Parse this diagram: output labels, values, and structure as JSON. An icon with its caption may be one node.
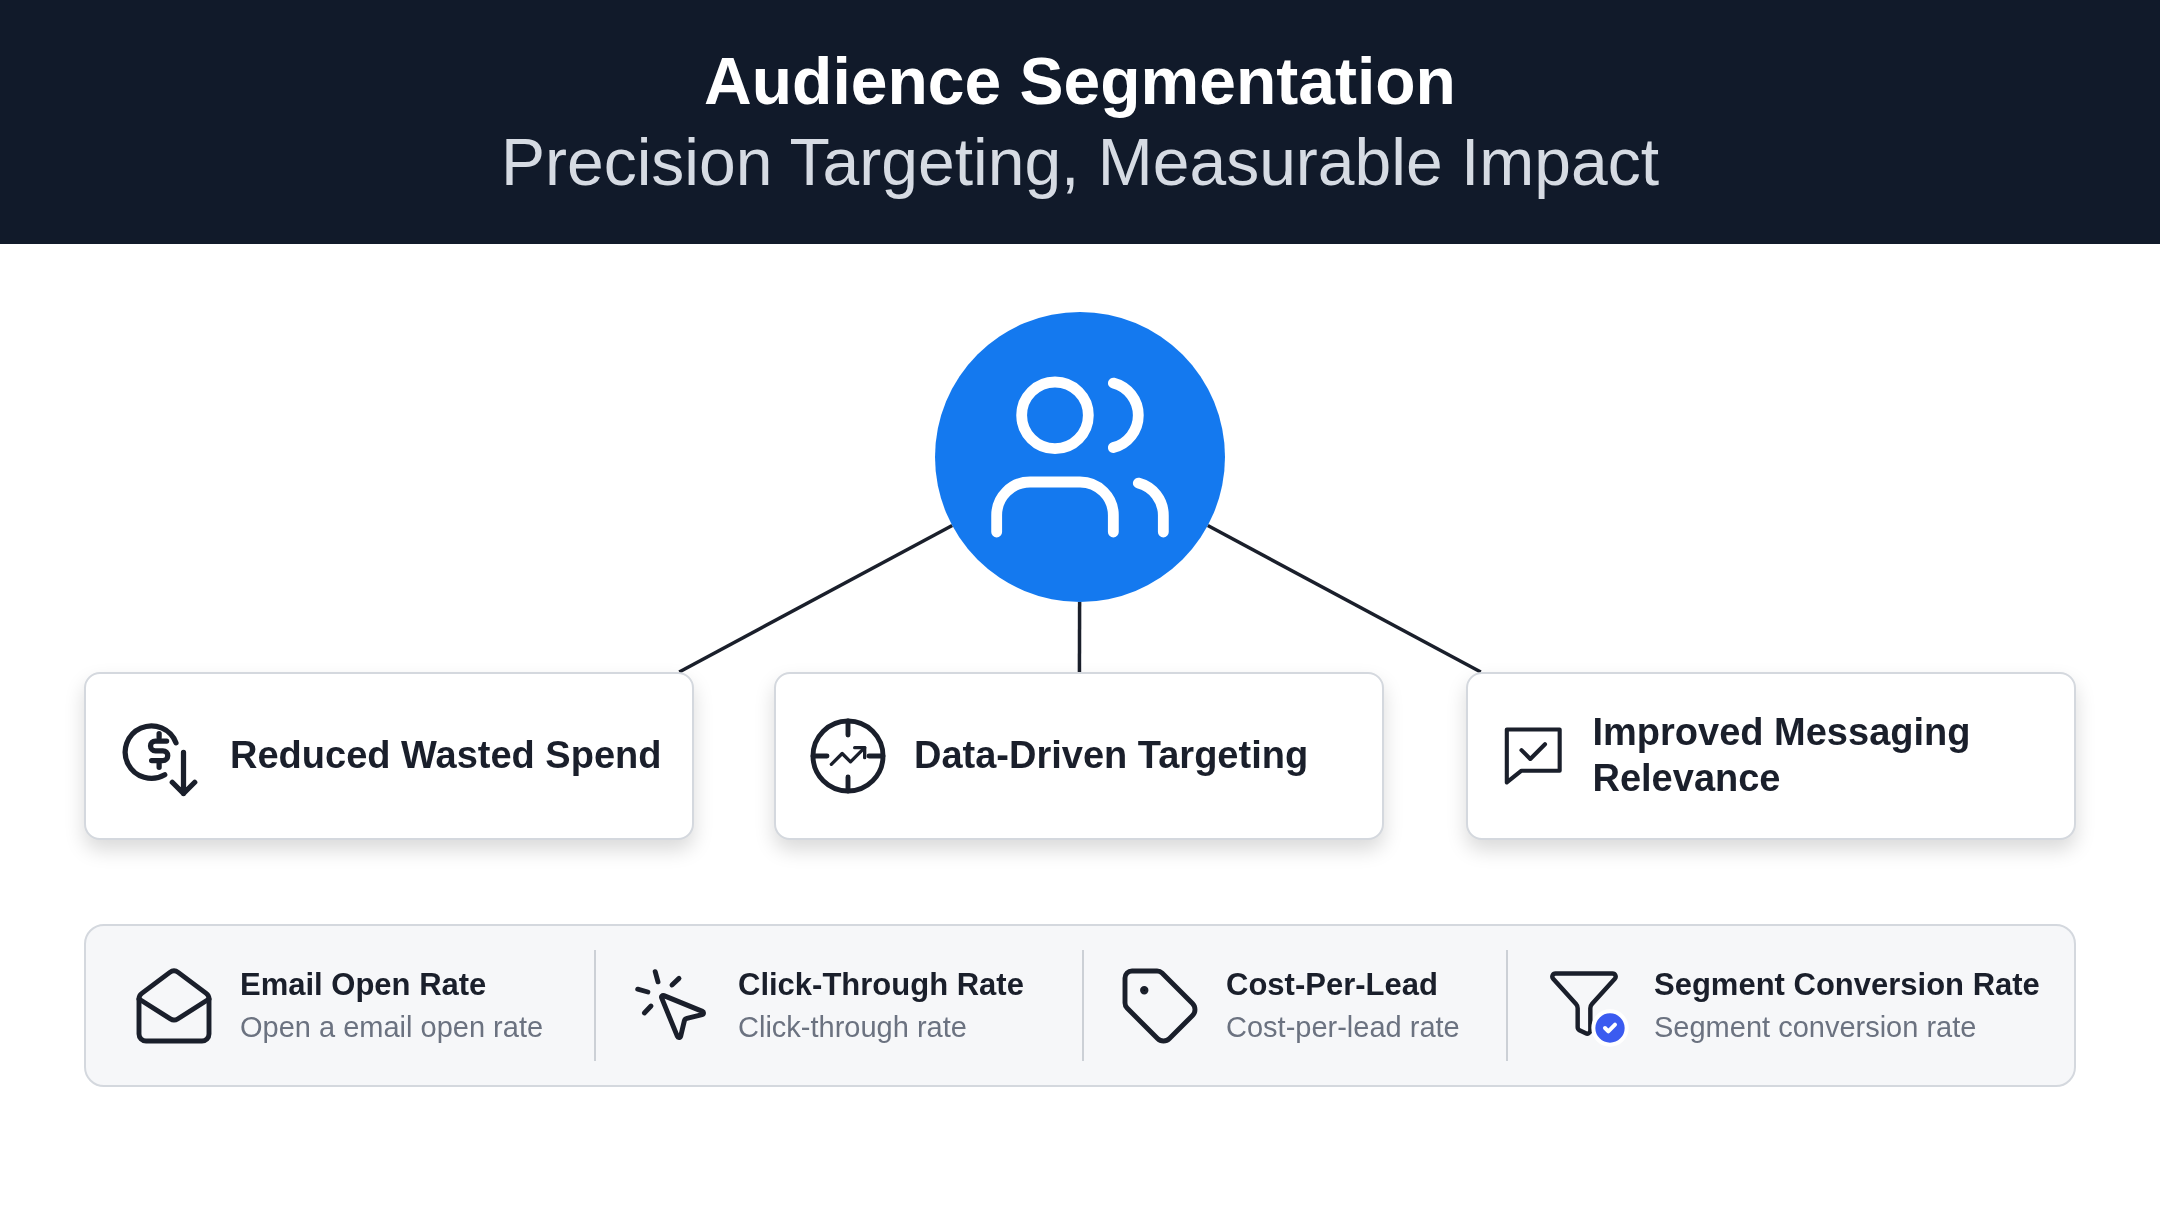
{
  "diagram": {
    "title": "Audience Segmentation",
    "caption": "Precision Targeting, Measurable Impact",
    "nodes": [
      {
        "text": [],
        "shape": "circle"
      },
      {
        "text": [
          "Reduced Wasted Spend"
        ]
      },
      {
        "text": [
          "Data-Driven Targeting"
        ]
      },
      {
        "text": [
          "Improved Messaging Relevance"
        ]
      }
    ],
    "edges": [
      {
        "from": 0,
        "to": 1,
        "arrow": "none"
      },
      {
        "from": 0,
        "to": 2,
        "arrow": "none"
      },
      {
        "from": 0,
        "to": 3,
        "arrow": "none"
      }
    ],
    "labels": [
      "Email Open Rate",
      "Open a email open rate",
      "Click-Through Rate",
      "Click-through rate",
      "Cost-Per-Lead",
      "Cost-per-lead rate",
      "Segment Conversion Rate",
      "Segment conversion rate"
    ]
  }
}
